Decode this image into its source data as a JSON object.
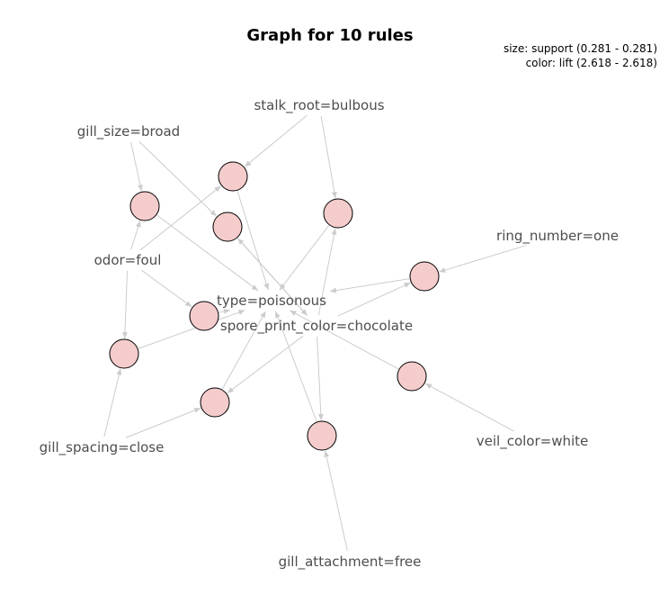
{
  "title": "Graph for 10 rules",
  "legend": {
    "size": "size: support (0.281 - 0.281)",
    "color": "color: lift (2.618 - 2.618)"
  },
  "colors": {
    "node_fill": "#f5cccc",
    "node_stroke": "#000000",
    "edge": "#cccccc",
    "label": "#4d4d4d"
  },
  "items": [
    {
      "id": "stalk_root",
      "label": "stalk_root=bulbous"
    },
    {
      "id": "gill_size",
      "label": "gill_size=broad"
    },
    {
      "id": "ring_number",
      "label": "ring_number=one"
    },
    {
      "id": "odor",
      "label": "odor=foul"
    },
    {
      "id": "type",
      "label": "type=poisonous"
    },
    {
      "id": "spore",
      "label": "spore_print_color=chocolate"
    },
    {
      "id": "gill_spacing",
      "label": "gill_spacing=close"
    },
    {
      "id": "veil_color",
      "label": "veil_color=white"
    },
    {
      "id": "gill_attachment",
      "label": "gill_attachment=free"
    }
  ],
  "rules": [
    {
      "id": "r1",
      "support": 0.281,
      "lift": 2.618
    },
    {
      "id": "r2",
      "support": 0.281,
      "lift": 2.618
    },
    {
      "id": "r3",
      "support": 0.281,
      "lift": 2.618
    },
    {
      "id": "r4",
      "support": 0.281,
      "lift": 2.618
    },
    {
      "id": "r5",
      "support": 0.281,
      "lift": 2.618
    },
    {
      "id": "r6",
      "support": 0.281,
      "lift": 2.618
    },
    {
      "id": "r7",
      "support": 0.281,
      "lift": 2.618
    },
    {
      "id": "r8",
      "support": 0.281,
      "lift": 2.618
    },
    {
      "id": "r9",
      "support": 0.281,
      "lift": 2.618
    },
    {
      "id": "r10",
      "support": 0.281,
      "lift": 2.618
    }
  ],
  "edges": [
    {
      "from": "stalk_root",
      "to": "r1"
    },
    {
      "from": "stalk_root",
      "to": "r4"
    },
    {
      "from": "gill_size",
      "to": "r2"
    },
    {
      "from": "gill_size",
      "to": "r3"
    },
    {
      "from": "odor",
      "to": "r1"
    },
    {
      "from": "odor",
      "to": "r2"
    },
    {
      "from": "odor",
      "to": "r6"
    },
    {
      "from": "odor",
      "to": "r7"
    },
    {
      "from": "ring_number",
      "to": "r5"
    },
    {
      "from": "gill_spacing",
      "to": "r7"
    },
    {
      "from": "gill_spacing",
      "to": "r9"
    },
    {
      "from": "veil_color",
      "to": "r8"
    },
    {
      "from": "gill_attachment",
      "to": "r10"
    },
    {
      "from": "spore",
      "to": "r3"
    },
    {
      "from": "spore",
      "to": "r4"
    },
    {
      "from": "spore",
      "to": "r5"
    },
    {
      "from": "spore",
      "to": "r6"
    },
    {
      "from": "spore",
      "to": "r9"
    },
    {
      "from": "spore",
      "to": "r10"
    },
    {
      "from": "r1",
      "to": "type"
    },
    {
      "from": "r2",
      "to": "type"
    },
    {
      "from": "r4",
      "to": "type"
    },
    {
      "from": "r5",
      "to": "type"
    },
    {
      "from": "r6",
      "to": "type"
    },
    {
      "from": "r7",
      "to": "type"
    },
    {
      "from": "r8",
      "to": "type"
    },
    {
      "from": "r9",
      "to": "type"
    },
    {
      "from": "r10",
      "to": "type"
    },
    {
      "from": "r3",
      "to": "spore"
    }
  ]
}
